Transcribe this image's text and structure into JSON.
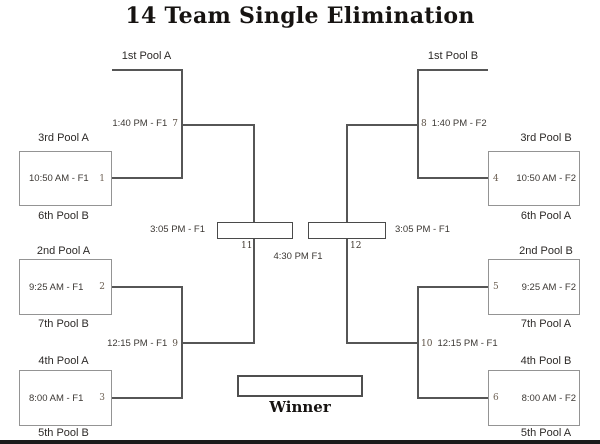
{
  "title": "14 Team Single Elimination",
  "colors": {
    "line": "#565656",
    "rect-border": "#949494",
    "accent-black": "#1b1b1b"
  },
  "bracket": {
    "left": {
      "bye_team": "1st Pool A",
      "round1": [
        {
          "num": "1",
          "time": "10:50 AM - F1",
          "top": "3rd Pool A",
          "bottom": "6th Pool B"
        },
        {
          "num": "2",
          "time": "9:25 AM - F1",
          "top": "2nd Pool A",
          "bottom": "7th Pool B"
        },
        {
          "num": "3",
          "time": "8:00 AM - F1",
          "top": "4th Pool A",
          "bottom": "5th Pool B"
        }
      ],
      "quarter": {
        "num": "7",
        "time": "1:40 PM - F1"
      },
      "second": {
        "num": "9",
        "time": "12:15 PM - F1"
      },
      "semi": {
        "num": "11",
        "time": "3:05 PM - F1"
      }
    },
    "right": {
      "bye_team": "1st Pool B",
      "round1": [
        {
          "num": "4",
          "time": "10:50 AM - F2",
          "top": "3rd Pool B",
          "bottom": "6th Pool A"
        },
        {
          "num": "5",
          "time": "9:25 AM - F2",
          "top": "2nd Pool B",
          "bottom": "7th Pool A"
        },
        {
          "num": "6",
          "time": "8:00 AM - F2",
          "top": "4th Pool B",
          "bottom": "5th Pool A"
        }
      ],
      "quarter": {
        "num": "8",
        "time": "1:40 PM - F2"
      },
      "second": {
        "num": "10",
        "time": "12:15 PM - F1"
      },
      "semi": {
        "num": "12",
        "time": "3:05 PM - F1"
      }
    },
    "final": {
      "time": "4:30 PM F1"
    },
    "winner_label": "Winner"
  }
}
